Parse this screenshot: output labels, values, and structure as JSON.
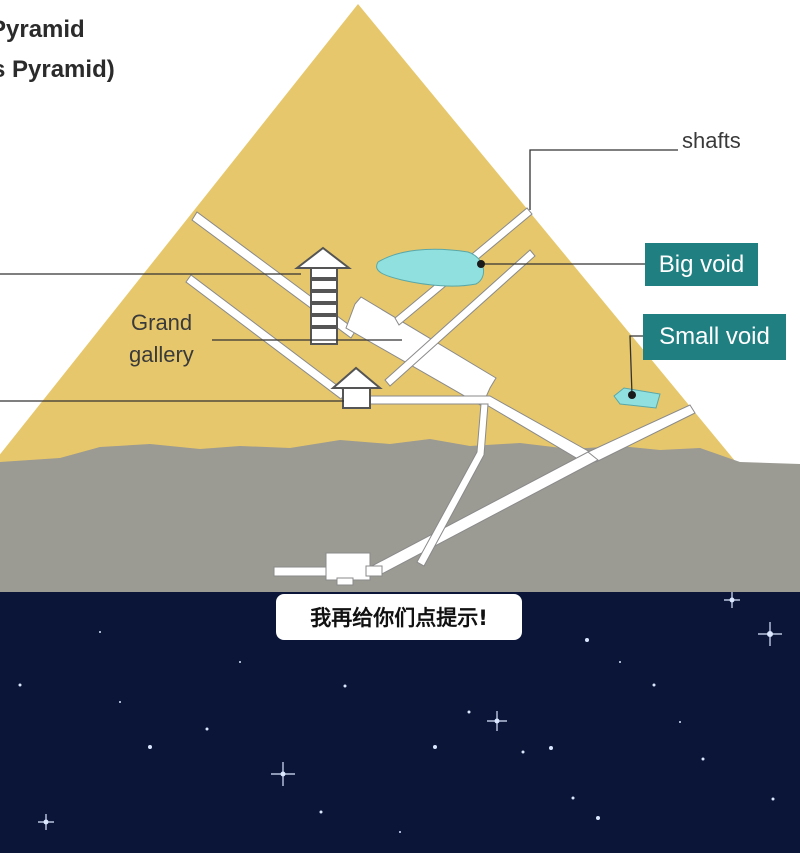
{
  "diagram": {
    "title_line1": "Pyramid",
    "title_line2": "s Pyramid)",
    "labels": {
      "shafts": "shafts",
      "grand_gallery_line1": "Grand",
      "grand_gallery_line2": "gallery",
      "big_void": "Big void",
      "small_void": "Small void"
    },
    "colors": {
      "pyramid": "#e7c76b",
      "ground": "#9b9a93",
      "passage": "#ffffff",
      "void": "#8fe0df",
      "label_box": "#1f7f81",
      "leader_line": "#333333"
    }
  },
  "caption": "我再给你们点提示!",
  "background": {
    "color": "#0b1538",
    "icon": "starry-night"
  }
}
